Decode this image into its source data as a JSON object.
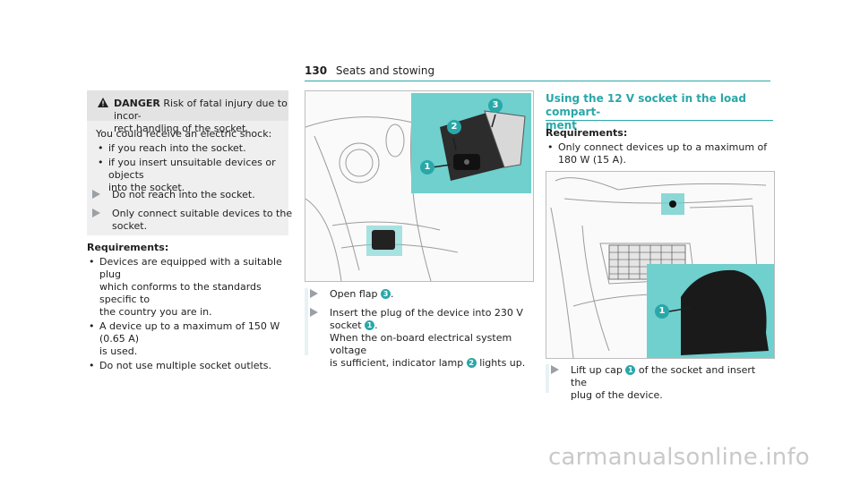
{
  "header": {
    "page_number": "130",
    "section": "Seats and stowing"
  },
  "danger": {
    "label": "DANGER",
    "title_line1": "Risk of fatal injury due to incor-",
    "title_line2": "rect handling of the socket",
    "intro": "You could receive an electric shock:",
    "bullets": [
      {
        "l1": "if you reach into the socket.",
        "l2": ""
      },
      {
        "l1": "if you insert unsuitable devices or objects",
        "l2": "into the socket."
      }
    ],
    "steps": [
      {
        "l1": "Do not reach into the socket.",
        "l2": ""
      },
      {
        "l1": "Only connect suitable devices to the",
        "l2": "socket."
      }
    ]
  },
  "left_requirements": {
    "heading": "Requirements:",
    "items": [
      {
        "l1": "Devices are equipped with a suitable plug",
        "l2": "which conforms to the standards specific to",
        "l3": "the country you are in."
      },
      {
        "l1": "A device up to a maximum of 150 W (0.65  A)",
        "l2": "is used.",
        "l3": ""
      },
      {
        "l1": "Do not use multiple socket outlets.",
        "l2": "",
        "l3": ""
      }
    ]
  },
  "middle": {
    "figure_callouts": [
      "1",
      "2",
      "3"
    ],
    "step1": {
      "text": "Open flap",
      "num": "3",
      "tail": "."
    },
    "step2": {
      "l1": "Insert the plug of the device into 230 V",
      "l2a": "socket",
      "l2num": "1",
      "l2b": ".",
      "l3": "When the on-board electrical system voltage",
      "l4a": "is sufficient, indicator lamp",
      "l4num": "2",
      "l4b": "lights up."
    }
  },
  "right": {
    "heading_l1": "Using the 12 V socket in the load compart-",
    "heading_l2": "ment",
    "req_heading": "Requirements:",
    "req_l1": "Only connect devices up to a maximum of",
    "req_l2": "180 W (15 A).",
    "figure_callouts": [
      "1"
    ],
    "step": {
      "l1a": "Lift up cap",
      "l1num": "1",
      "l1b": "of the socket and insert the",
      "l2": "plug of the device."
    }
  },
  "watermark": "carmanualsonline.info",
  "colors": {
    "accent": "#2aa7a8",
    "highlight": "#6fd0ce",
    "danger_box": "#efefef"
  }
}
